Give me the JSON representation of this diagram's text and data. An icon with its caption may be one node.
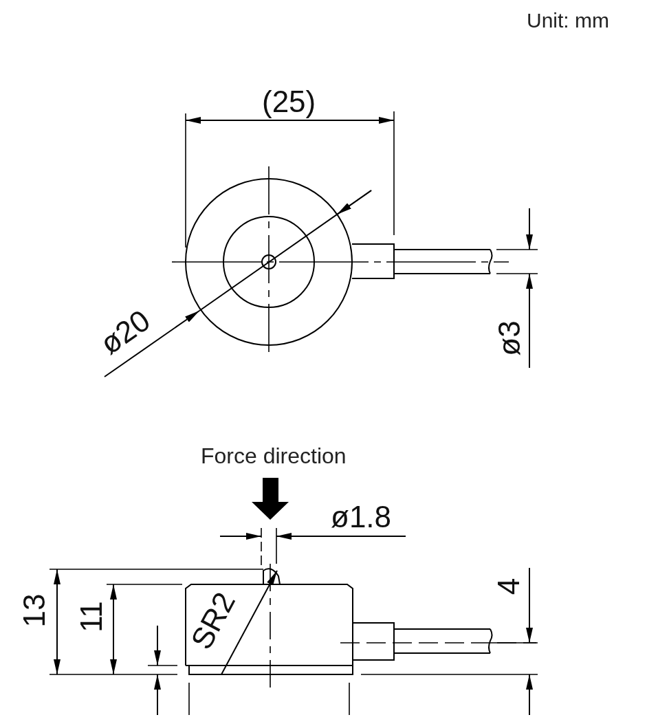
{
  "diagram": {
    "labels": [
      "Unit: mm",
      "(25)",
      "ø20",
      "ø3",
      "Force direction",
      "ø1.8",
      "13",
      "11",
      "SR2",
      "4"
    ]
  }
}
